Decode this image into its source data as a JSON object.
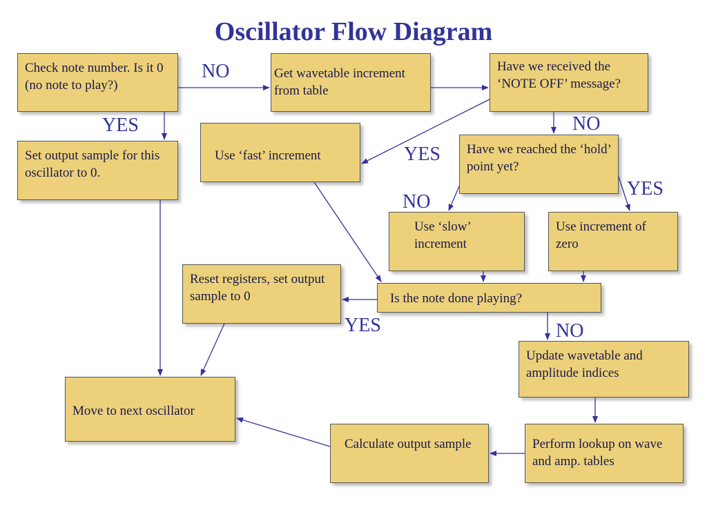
{
  "title": "Oscillator Flow Diagram",
  "boxes": {
    "check_note": "Check note number. Is it 0 (no note to play?)",
    "set_output_zero": "Set output sample for this oscillator to 0.",
    "get_increment": "Get wavetable increment from table",
    "note_off": "Have we received the ‘NOTE OFF’ message?",
    "fast_increment": "Use ‘fast’ increment",
    "hold_point": "Have we reached the ‘hold’ point yet?",
    "slow_increment": "Use ‘slow’ increment",
    "zero_increment": "Use increment of zero",
    "reset_registers": "Reset registers, set output sample to 0",
    "done_playing": "Is the note done playing?",
    "update_indices": "Update wavetable and amplitude  indices",
    "next_oscillator": "Move to next oscillator",
    "calc_output": "Calculate output sample",
    "perform_lookup": "Perform lookup on wave and amp. tables"
  },
  "labels": {
    "no": "NO",
    "yes": "YES"
  },
  "colors": {
    "box_fill": "#ecd17a",
    "title": "#333399",
    "arrow": "#333399"
  }
}
